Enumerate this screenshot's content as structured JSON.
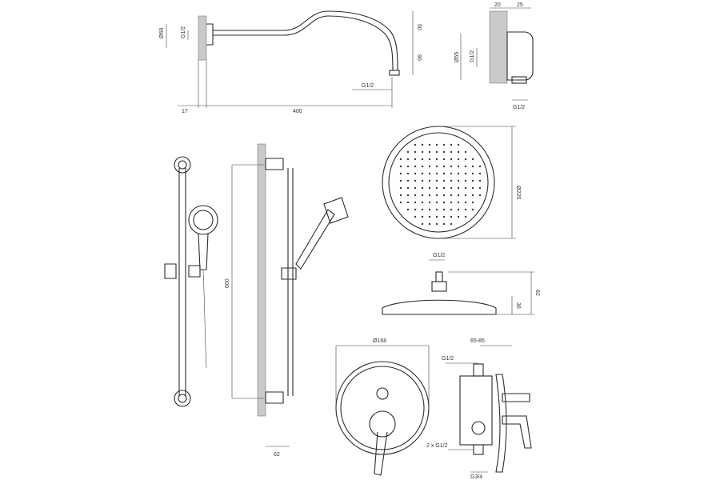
{
  "dimensions": {
    "arm_d68": "Ø68",
    "arm_g12_inlet": "G1/2",
    "arm_rise_50": "50",
    "arm_drop_90": "90",
    "arm_outlet_g12": "G1/2",
    "arm_wall_17": "17",
    "arm_length_400": "400",
    "elbow_20": "20",
    "elbow_25": "25",
    "elbow_d55": "Ø55",
    "elbow_g12_side": "G1/2",
    "elbow_g12_bottom": "G1/2",
    "rail_height_600": "600",
    "rail_offset_62": "62",
    "head_d225": "Ø225",
    "head_g12": "G1/2",
    "head_82": "82",
    "head_36": "36",
    "mixer_d168": "Ø168",
    "mixer_65_85": "65-85",
    "mixer_g12_top": "G1/2",
    "mixer_2xg12": "2 x G1/2",
    "mixer_g34": "G3/4"
  },
  "colors": {
    "line": "#2b2b2b",
    "wall": "#c9c9c9",
    "background": "#ffffff"
  }
}
